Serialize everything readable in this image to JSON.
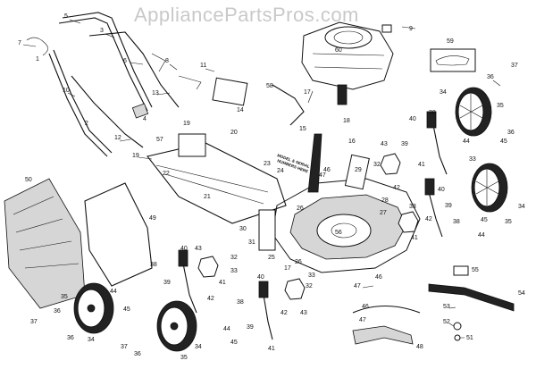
{
  "watermark": "AppliancePartsPros.com",
  "note_label": [
    "MODEL & SERIAL",
    "NUMBERS HERE"
  ],
  "part_numbers": [
    "1",
    "2",
    "3",
    "4",
    "5",
    "6",
    "7",
    "8",
    "9",
    "10",
    "11",
    "12",
    "13",
    "14",
    "15",
    "16",
    "17",
    "18",
    "19",
    "20",
    "21",
    "22",
    "23",
    "24",
    "25",
    "26",
    "27",
    "28",
    "29",
    "30",
    "31",
    "32",
    "33",
    "34",
    "35",
    "36",
    "37",
    "38",
    "39",
    "40",
    "41",
    "42",
    "43",
    "44",
    "45",
    "46",
    "47",
    "48",
    "49",
    "50",
    "51",
    "52",
    "53",
    "54",
    "55",
    "56",
    "57",
    "58",
    "59",
    "60"
  ]
}
